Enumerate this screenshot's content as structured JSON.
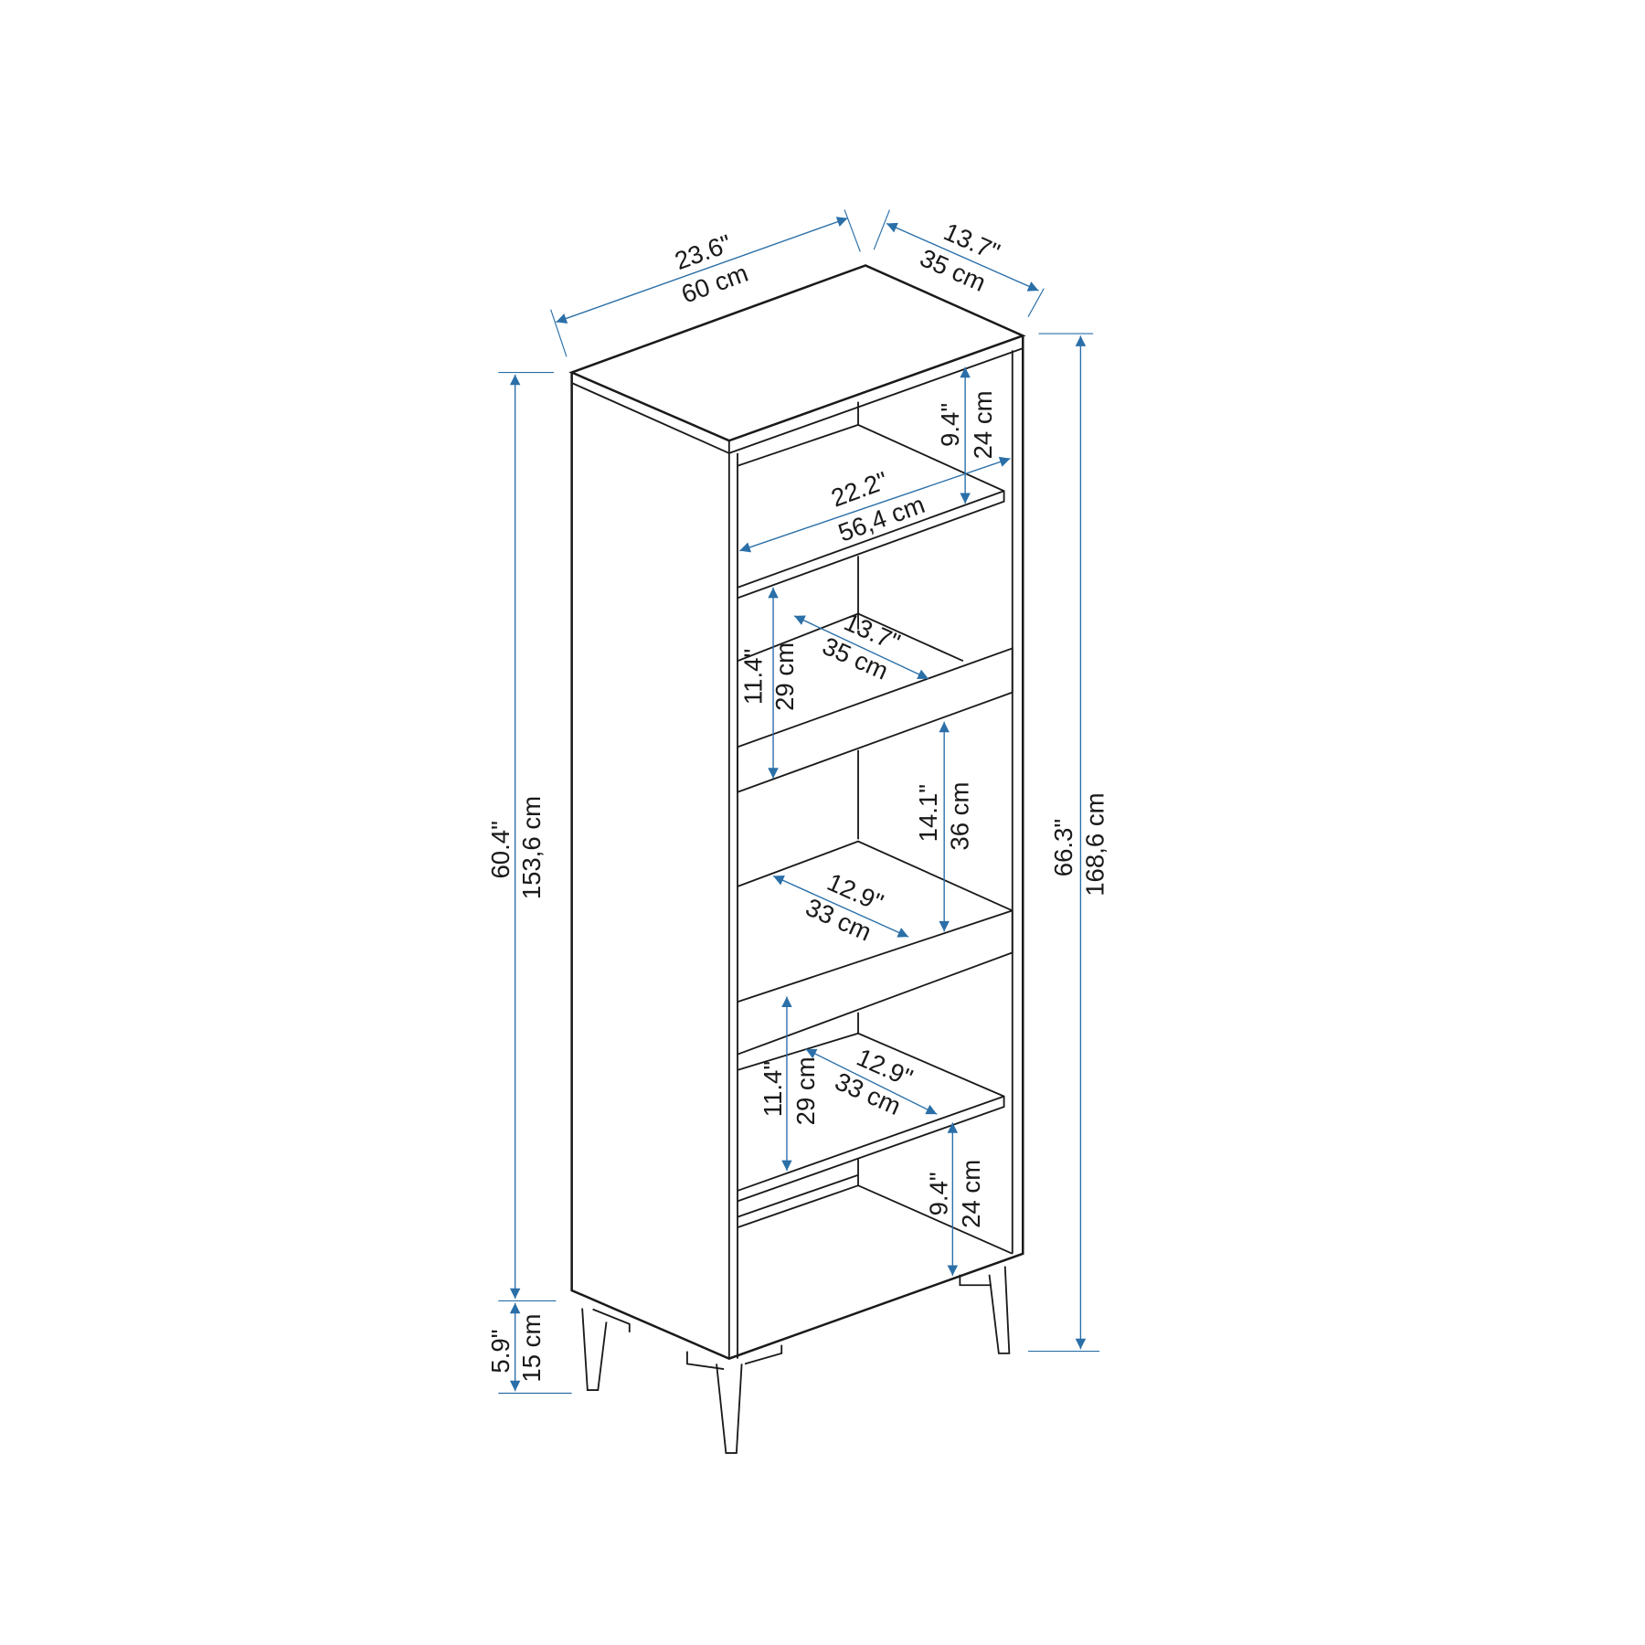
{
  "colors": {
    "dimension": "#2a6fa8",
    "outline": "#1a1a1a"
  },
  "dimensions": {
    "overall_width": {
      "in": "23.6\"",
      "cm": "60 cm"
    },
    "overall_depth": {
      "in": "13.7\"",
      "cm": "35 cm"
    },
    "body_height": {
      "in": "60.4\"",
      "cm": "153,6 cm"
    },
    "leg_height": {
      "in": "5.9\"",
      "cm": "15 cm"
    },
    "total_height": {
      "in": "66.3\"",
      "cm": "168,6 cm"
    },
    "top_compartment_height": {
      "in": "9.4\"",
      "cm": "24 cm"
    },
    "inner_width": {
      "in": "22.2\"",
      "cm": "56,4 cm"
    },
    "second_compartment_height": {
      "in": "11.4\"",
      "cm": "29 cm"
    },
    "second_shelf_depth": {
      "in": "13.7\"",
      "cm": "35 cm"
    },
    "middle_compartment_height": {
      "in": "14.1\"",
      "cm": "36 cm"
    },
    "middle_shelf_depth": {
      "in": "12.9\"",
      "cm": "33 cm"
    },
    "fourth_compartment_height": {
      "in": "11.4\"",
      "cm": "29 cm"
    },
    "fourth_shelf_depth": {
      "in": "12.9\"",
      "cm": "33 cm"
    },
    "bottom_compartment_height": {
      "in": "9.4\"",
      "cm": "24 cm"
    }
  }
}
